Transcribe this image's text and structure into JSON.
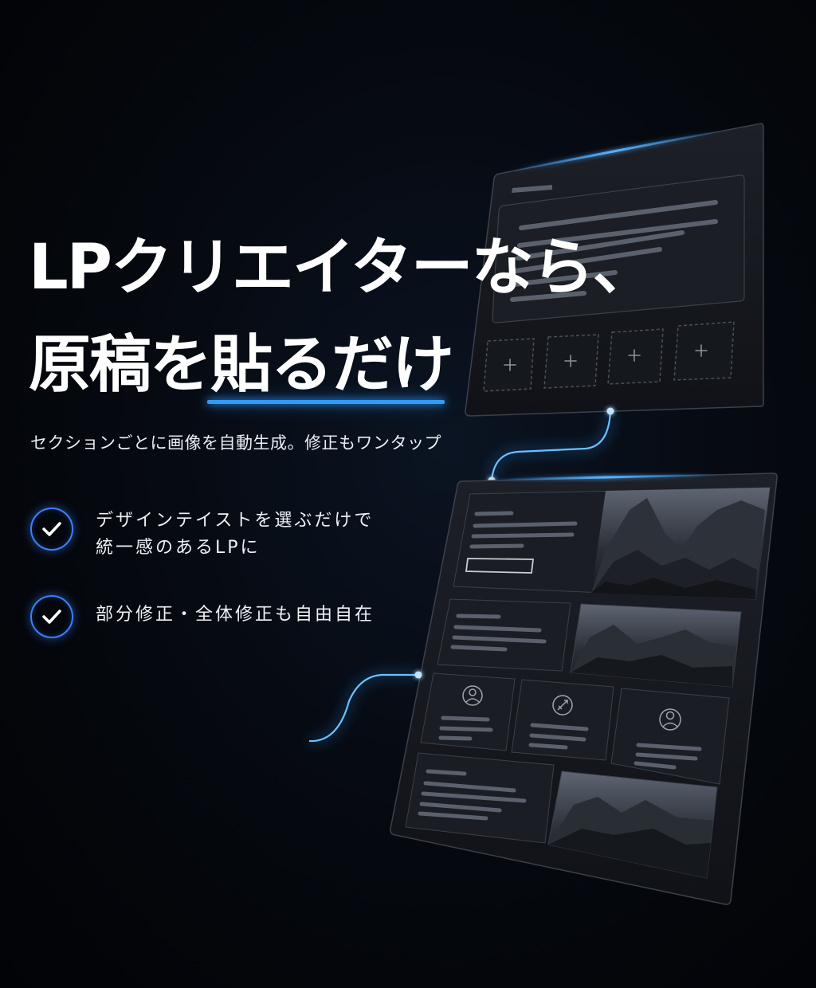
{
  "headline": {
    "line1": "LPクリエイターなら、",
    "line2_prefix": "原稿を",
    "line2_accent": "貼るだけ"
  },
  "subtitle": "セクションごとに画像を自動生成。修正もワンタップ",
  "features": [
    {
      "icon": "check-icon",
      "text": "デザインテイストを選ぶだけで\n統一感のあるLPに"
    },
    {
      "icon": "check-icon",
      "text": "部分修正・全体修正も自由自在"
    }
  ],
  "colors": {
    "accent": "#2f9bff",
    "background": "#05080e",
    "panel": "#171a20",
    "check_border": "#3d7fff"
  },
  "mockup": {
    "top_panel": {
      "upload_slots_icon": "plus-icon",
      "upload_slot_count": 4
    },
    "bottom_panel": {
      "image_motif": "mountain-landscape",
      "profile_icons": [
        "user-icon",
        "rocket-icon",
        "user-icon"
      ]
    }
  }
}
